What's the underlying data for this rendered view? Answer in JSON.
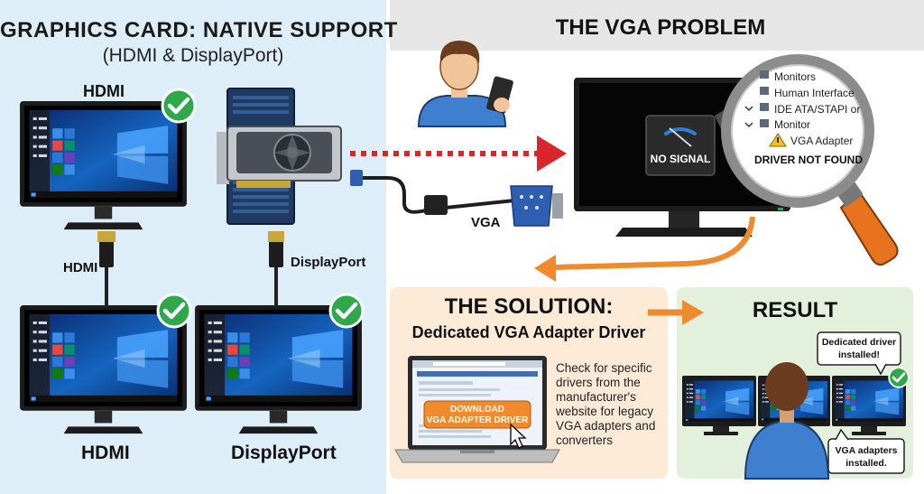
{
  "left": {
    "title": "GRAPHICS CARD: NATIVE SUPPORT",
    "subtitle": "(HDMI & DisplayPort)",
    "top_monitor_label": "HDMI",
    "cable_label_hdmi": "HDMI",
    "cable_label_dp": "DisplayPort",
    "bottom_left_label": "HDMI",
    "bottom_right_label": "DisplayPort",
    "color_bg": "#deeef8",
    "color_check": "#2ea84a"
  },
  "problem": {
    "title": "THE VGA PROBLEM",
    "cable_label": "VGA",
    "no_signal": "NO SIGNAL",
    "magnifier": {
      "items": [
        "Monitors",
        "Human Interface",
        "IDE ATA/STAPI or",
        "Monitor",
        "VGA Adapter"
      ],
      "status": "DRIVER NOT FOUND"
    },
    "color_header": "#e6e6e6",
    "color_arrow": "#d9262c"
  },
  "solution": {
    "title": "THE SOLUTION:",
    "subtitle": "Dedicated VGA Adapter Driver",
    "button_line1": "DOWNLOAD",
    "button_line2": "VGA ADAPTER DRIVER",
    "description": [
      "Check for specific",
      "drivers from the",
      "manufacturer's",
      "website for legacy",
      "VGA adapters and",
      "converters"
    ],
    "color_bg": "#fdebd8",
    "color_accent": "#f08a2c"
  },
  "result": {
    "title": "RESULT",
    "bubble_top": [
      "Dedicated driver",
      "installed!"
    ],
    "bubble_bottom": [
      "VGA adapters",
      "installed."
    ],
    "color_bg": "#e3f1dc"
  }
}
